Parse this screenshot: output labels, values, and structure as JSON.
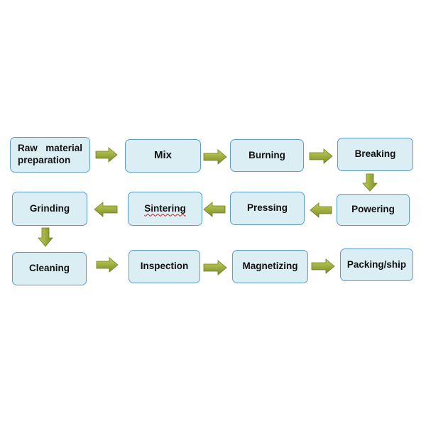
{
  "diagram": {
    "steps": [
      {
        "label": "Raw material preparation"
      },
      {
        "label": "Mix"
      },
      {
        "label": "Burning"
      },
      {
        "label": "Breaking"
      },
      {
        "label": "Powering"
      },
      {
        "label": "Pressing"
      },
      {
        "label": "Sintering"
      },
      {
        "label": "Grinding"
      },
      {
        "label": "Cleaning"
      },
      {
        "label": "Inspection"
      },
      {
        "label": "Magnetizing"
      },
      {
        "label": "Packing/ship"
      }
    ],
    "box_fill": "#dbeef4",
    "box_border": "#5b9bd5",
    "arrow_fill": "#8a9a2a",
    "arrow_highlight": "#c3cf5e"
  }
}
